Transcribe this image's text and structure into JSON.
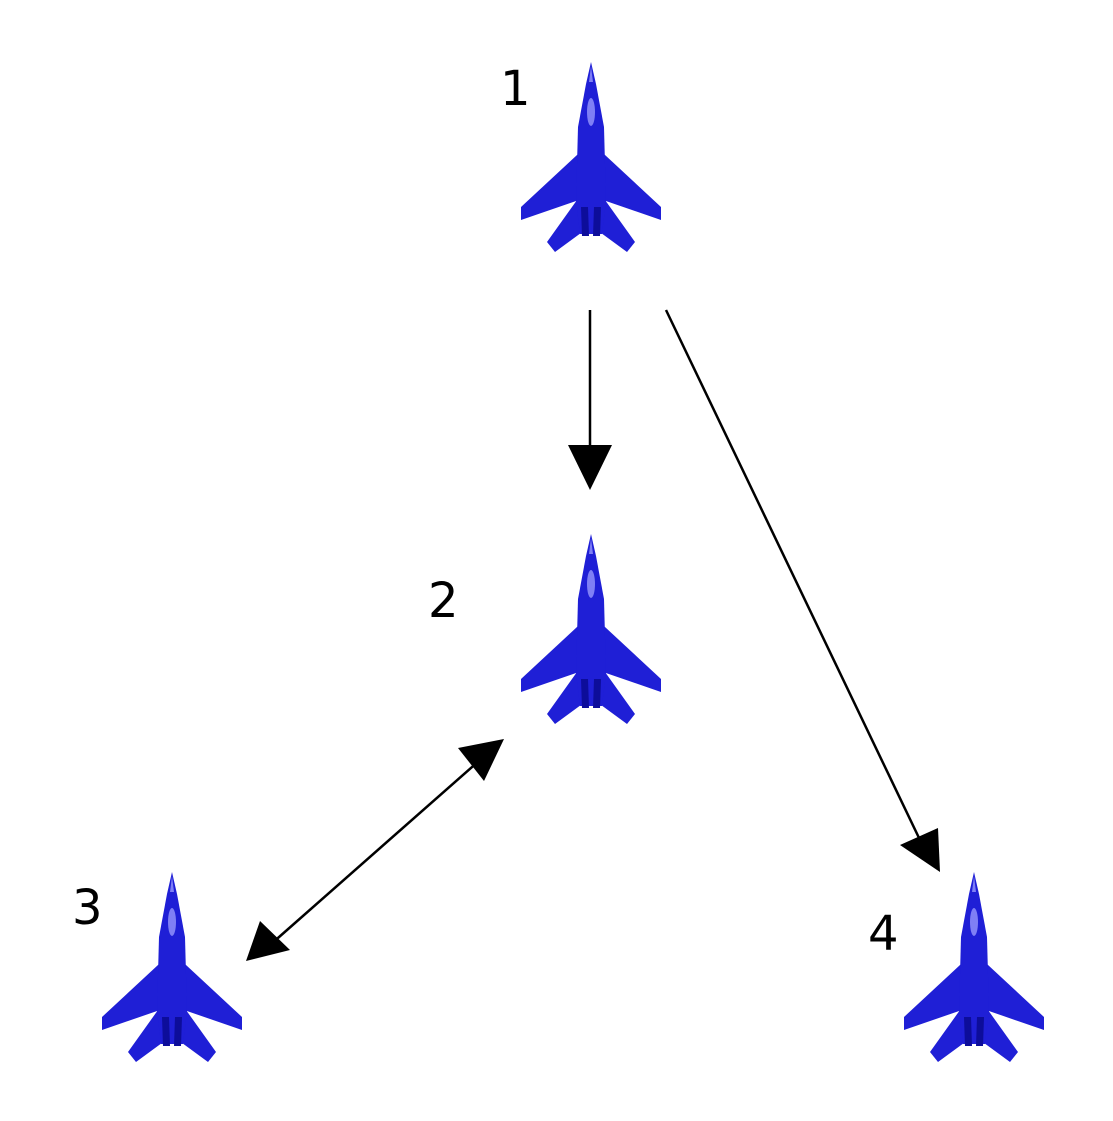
{
  "diagram": {
    "colors": {
      "aircraft_body": "#1f1fd6",
      "aircraft_highlight": "#7f7ff5",
      "aircraft_shadow": "#0d0d9a",
      "arrow": "#000000",
      "background": "#ffffff"
    },
    "nodes": [
      {
        "id": "1",
        "label": "1",
        "icon": "fighter-jet-icon"
      },
      {
        "id": "2",
        "label": "2",
        "icon": "fighter-jet-icon"
      },
      {
        "id": "3",
        "label": "3",
        "icon": "fighter-jet-icon"
      },
      {
        "id": "4",
        "label": "4",
        "icon": "fighter-jet-icon"
      }
    ],
    "edges": [
      {
        "from": "1",
        "to": "2",
        "direction": "one-way"
      },
      {
        "from": "1",
        "to": "4",
        "direction": "one-way"
      },
      {
        "from": "2",
        "to": "3",
        "direction": "two-way"
      }
    ]
  }
}
